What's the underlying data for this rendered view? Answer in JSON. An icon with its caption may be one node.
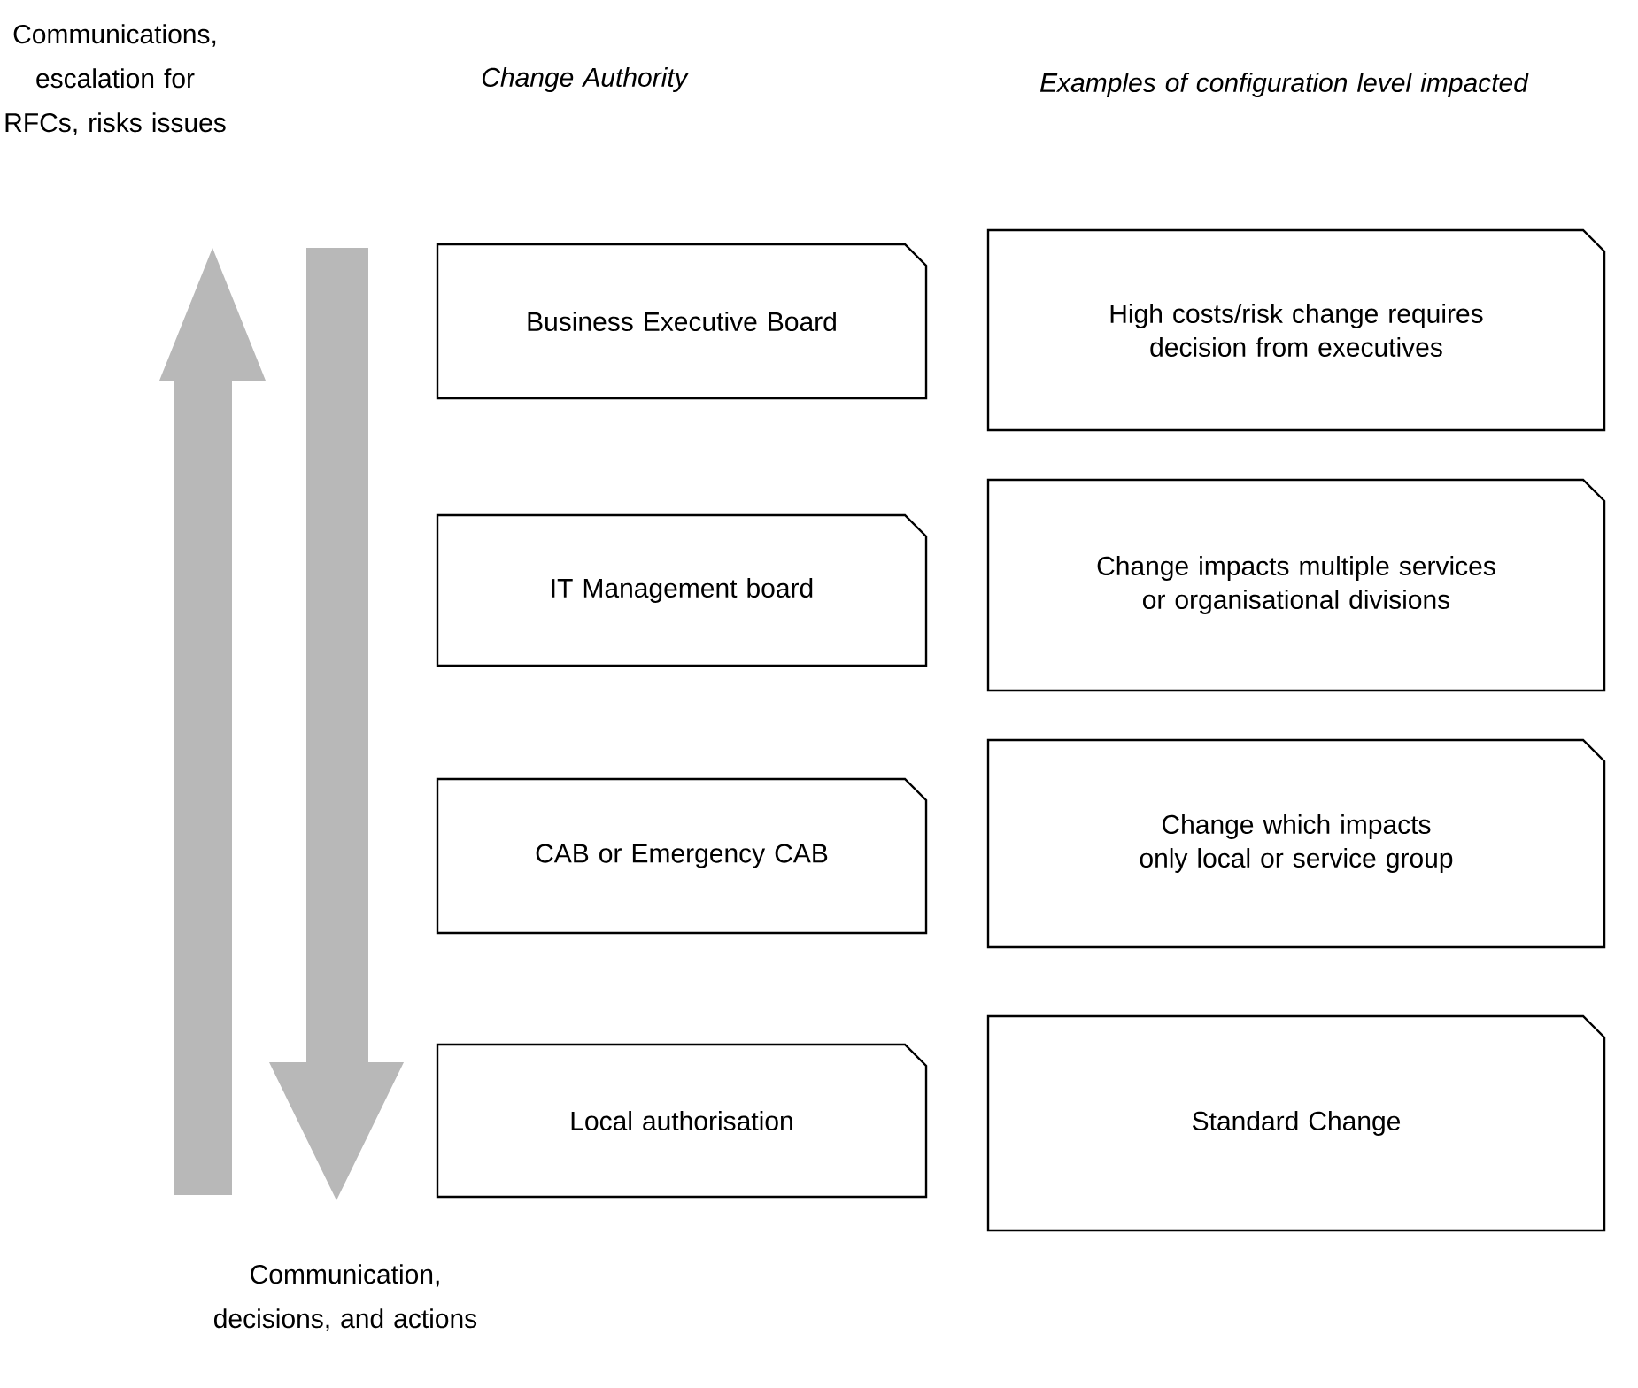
{
  "diagram": {
    "nodes": [
      {
        "text": [
          "Business Executive Board"
        ]
      },
      {
        "text": [
          "High costs/risk change requires decision from executives"
        ]
      },
      {
        "text": [
          "IT Management board"
        ]
      },
      {
        "text": [
          "Change impacts multiple services or organisational divisions"
        ]
      },
      {
        "text": [
          "CAB or Emergency CAB"
        ]
      },
      {
        "text": [
          "Change which impacts only local or service group"
        ]
      },
      {
        "text": [
          "Local authorisation"
        ]
      },
      {
        "text": [
          "Standard Change"
        ]
      }
    ],
    "edges": [],
    "labels": [
      "Communications, escalation for RFCs, risks issues",
      "Change Authority",
      "Examples of configuration level impacted",
      "Communication, decisions, and actions"
    ]
  }
}
